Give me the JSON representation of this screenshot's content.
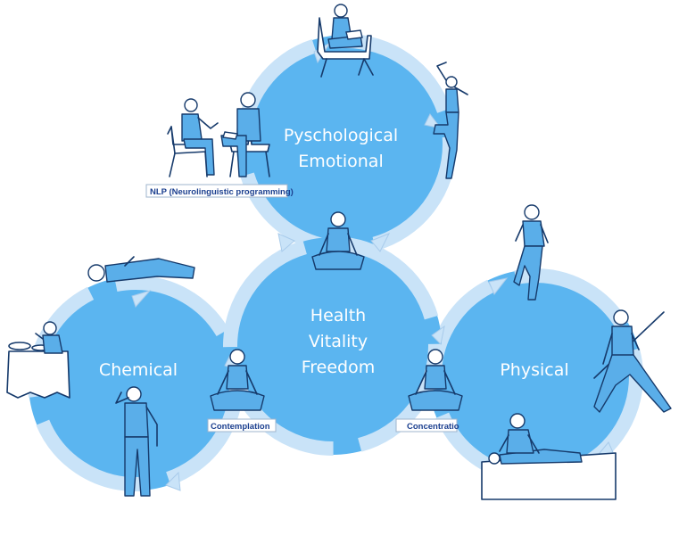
{
  "colors": {
    "circle_fill": "#5bb5f0",
    "ring": "#c9e3f8",
    "outline": "#163a6b",
    "label_text": "#ffffff",
    "tag_text": "#1b3f8f"
  },
  "circles": {
    "top": {
      "line1": "Pyschological",
      "line2": "Emotional"
    },
    "center": {
      "line1": "Health",
      "line2": "Vitality",
      "line3": "Freedom"
    },
    "left": {
      "label": "Chemical"
    },
    "right": {
      "label": "Physical"
    }
  },
  "tags": {
    "nlp": "NLP (Neurolinguistic programming)",
    "contemplation": "Contemplation",
    "concentration": "Concentratio"
  },
  "icons": [
    "reading-person-icon",
    "dancing-person-icon",
    "therapy-session-icon",
    "meditating-person-icon",
    "lying-person-icon",
    "dining-person-icon",
    "drinking-person-icon",
    "running-person-icon",
    "stick-stretch-icon",
    "massage-icon"
  ]
}
